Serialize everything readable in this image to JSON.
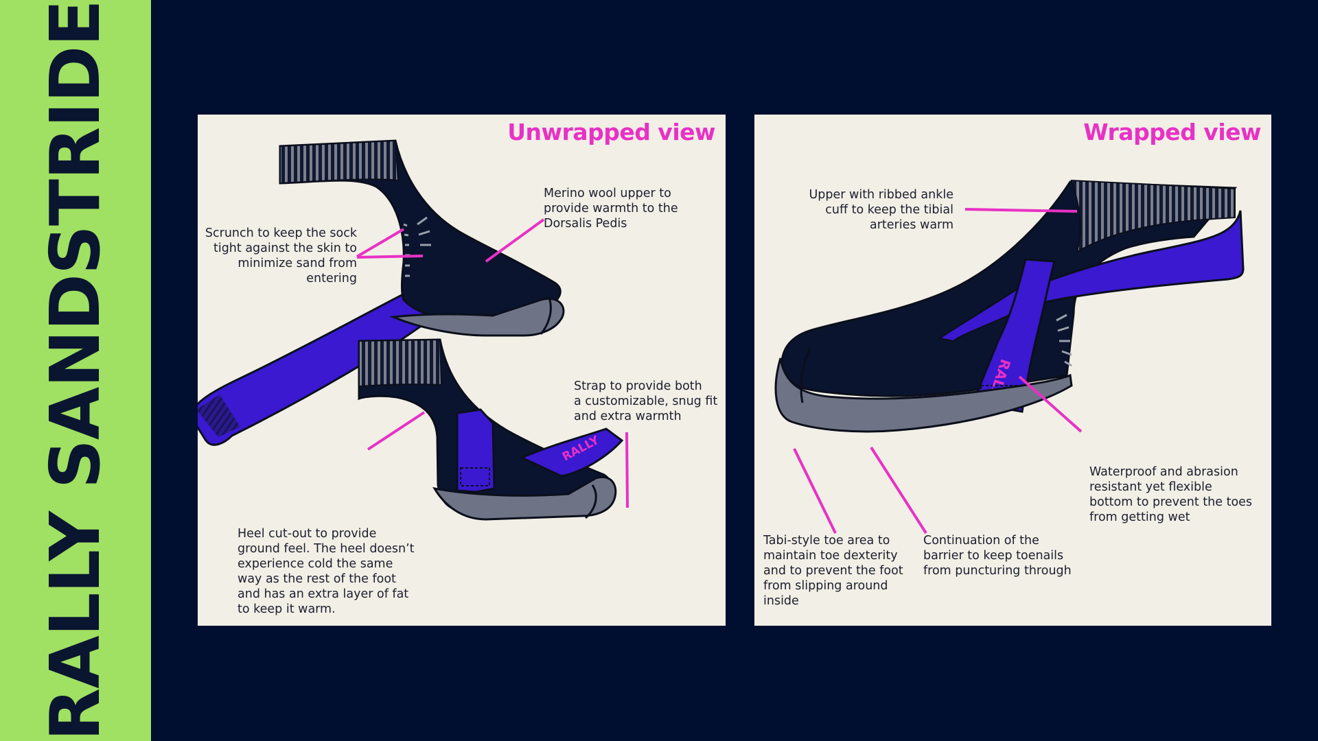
{
  "brand": {
    "title": "RALLY SANDSTRIDE",
    "sidebar_color": "#a0e062",
    "background_color": "#000f2f"
  },
  "colors": {
    "accent": "#e831c5",
    "strap": "#3a19d0",
    "sock_body": "#0b142e",
    "sole": "#6e7385",
    "panel": "#f2efe6"
  },
  "strap_logo": "RALLY",
  "unwrapped": {
    "title": "Unwrapped view",
    "annotations": {
      "merino": "Merino wool upper to\nprovide warmth to the\nDorsalis Pedis",
      "scrunch": "Scrunch to keep the sock\ntight against the skin to\nminimize sand from\nentering",
      "strap": "Strap to provide both\na customizable, snug fit\nand extra warmth",
      "heel": "Heel cut-out to provide\nground feel. The heel doesn’t\nexperience cold the same\nway as the rest of the foot\nand has an extra layer of fat\nto keep it warm."
    }
  },
  "wrapped": {
    "title": "Wrapped view",
    "annotations": {
      "cuff": "Upper with ribbed ankle\ncuff to keep the tibial\narteries warm",
      "bottom": "Waterproof and abrasion\nresistant yet flexible\nbottom to prevent the toes\nfrom getting wet",
      "tabi": "Tabi-style toe area to\nmaintain toe dexterity\nand to prevent the foot\nfrom slipping around\ninside",
      "barrier": "Continuation of the\nbarrier to keep toenails\nfrom puncturing through"
    }
  }
}
